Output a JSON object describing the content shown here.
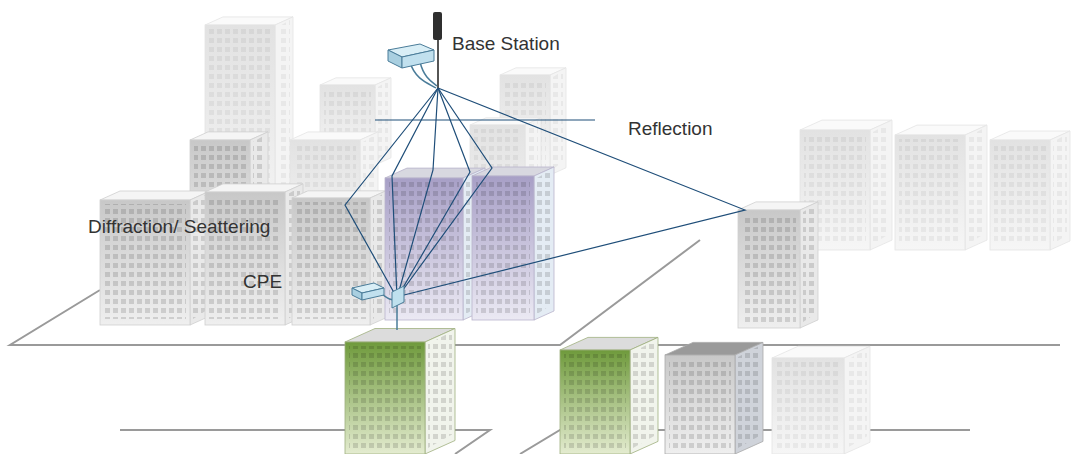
{
  "diagram": {
    "labels": [
      "Base Station",
      "Reflection",
      "Diffraction/ Seattering",
      "CPE"
    ]
  }
}
